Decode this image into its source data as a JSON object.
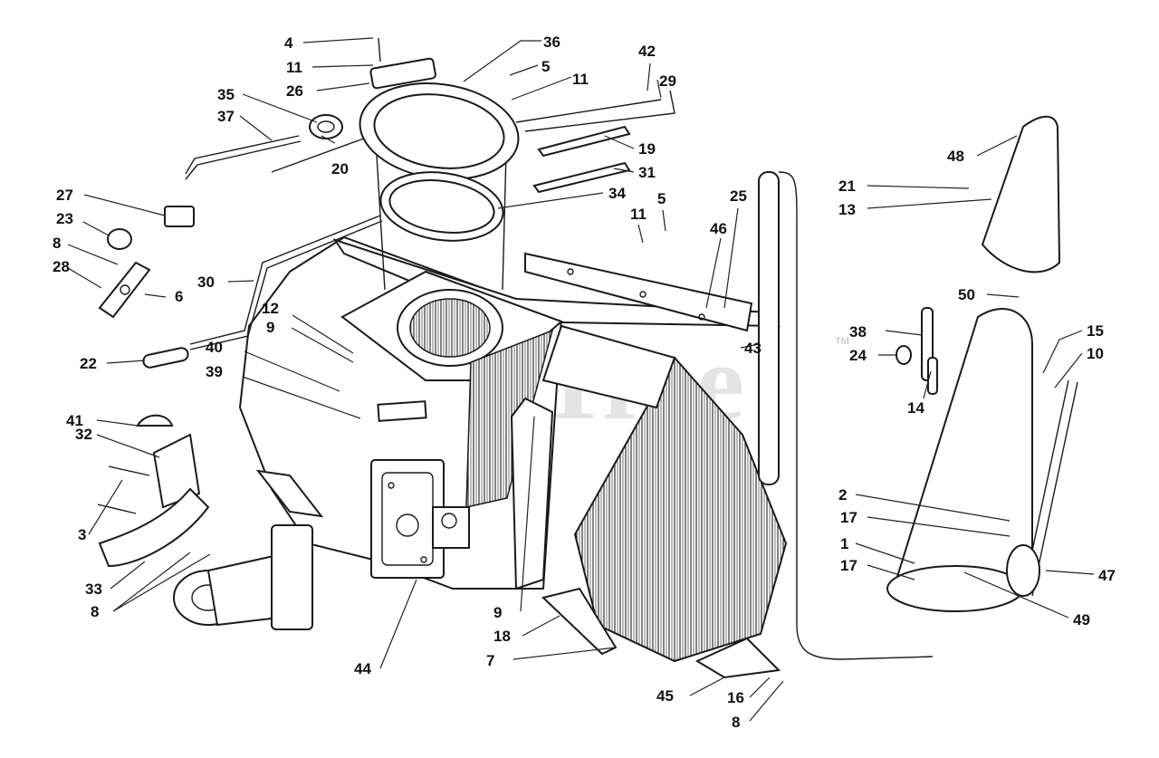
{
  "watermark": {
    "text": "PartsTree",
    "mark": "TM"
  },
  "callouts": [
    {
      "label": "4"
    },
    {
      "label": "11"
    },
    {
      "label": "35"
    },
    {
      "label": "26"
    },
    {
      "label": "37"
    },
    {
      "label": "20"
    },
    {
      "label": "27"
    },
    {
      "label": "23"
    },
    {
      "label": "8"
    },
    {
      "label": "28"
    },
    {
      "label": "6"
    },
    {
      "label": "30"
    },
    {
      "label": "12"
    },
    {
      "label": "9"
    },
    {
      "label": "22"
    },
    {
      "label": "40"
    },
    {
      "label": "39"
    },
    {
      "label": "41"
    },
    {
      "label": "32"
    },
    {
      "label": "3"
    },
    {
      "label": "33"
    },
    {
      "label": "8"
    },
    {
      "label": "44"
    },
    {
      "label": "36"
    },
    {
      "label": "5"
    },
    {
      "label": "11"
    },
    {
      "label": "42"
    },
    {
      "label": "29"
    },
    {
      "label": "19"
    },
    {
      "label": "31"
    },
    {
      "label": "34"
    },
    {
      "label": "11"
    },
    {
      "label": "5"
    },
    {
      "label": "46"
    },
    {
      "label": "25"
    },
    {
      "label": "43"
    },
    {
      "label": "9"
    },
    {
      "label": "18"
    },
    {
      "label": "7"
    },
    {
      "label": "45"
    },
    {
      "label": "16"
    },
    {
      "label": "8"
    },
    {
      "label": "48"
    },
    {
      "label": "21"
    },
    {
      "label": "13"
    },
    {
      "label": "50"
    },
    {
      "label": "38"
    },
    {
      "label": "24"
    },
    {
      "label": "14"
    },
    {
      "label": "15"
    },
    {
      "label": "10"
    },
    {
      "label": "2"
    },
    {
      "label": "17"
    },
    {
      "label": "1"
    },
    {
      "label": "17"
    },
    {
      "label": "47"
    },
    {
      "label": "49"
    }
  ]
}
